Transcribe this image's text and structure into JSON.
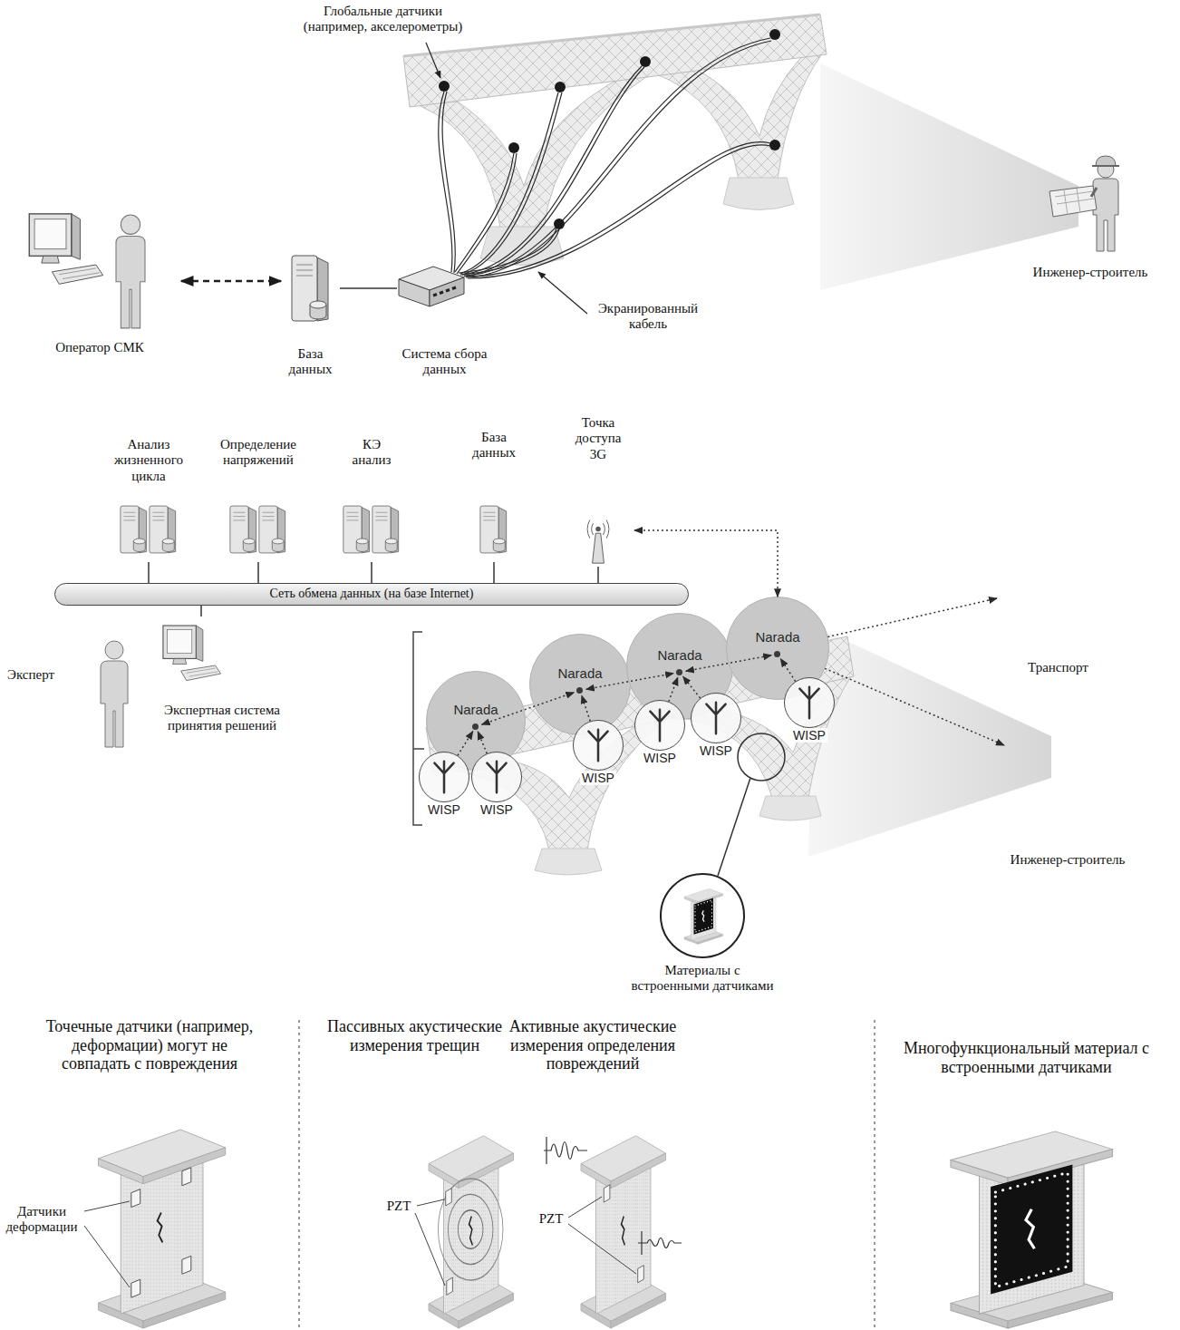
{
  "diagram": {
    "nodes": [
      {
        "text": [
          "Оператор СМК"
        ]
      },
      {
        "text": [
          "База данных"
        ]
      },
      {
        "text": [
          "Система сбора данных"
        ]
      },
      {
        "text": [
          "Сеть обмена данных (на базе Internet)"
        ]
      },
      {
        "text": [
          "Анализ жизненного цикла"
        ]
      },
      {
        "text": [
          "Определение напряжений"
        ]
      },
      {
        "text": [
          "КЭ анализ"
        ]
      },
      {
        "text": [
          "База данных"
        ]
      },
      {
        "text": [
          "Точка доступа 3G"
        ]
      },
      {
        "text": [
          "Экспертная система принятия решений"
        ]
      },
      {
        "text": [
          "Narada"
        ]
      },
      {
        "text": [
          "Narada"
        ]
      },
      {
        "text": [
          "Narada"
        ]
      },
      {
        "text": [
          "Narada"
        ]
      },
      {
        "text": [
          "WISP"
        ]
      },
      {
        "text": [
          "WISP"
        ]
      },
      {
        "text": [
          "WISP"
        ]
      },
      {
        "text": [
          "WISP"
        ]
      },
      {
        "text": [
          "WISP"
        ]
      },
      {
        "text": [
          "WISP"
        ]
      },
      {
        "text": [
          "Транспорт"
        ]
      },
      {
        "text": [
          "Инженер-строитель"
        ]
      }
    ],
    "edges": [
      {
        "from": 0,
        "to": 1,
        "arrow": "both"
      },
      {
        "from": 1,
        "to": 2,
        "arrow": "none"
      },
      {
        "from": 4,
        "to": 3,
        "arrow": "none"
      },
      {
        "from": 5,
        "to": 3,
        "arrow": "none"
      },
      {
        "from": 6,
        "to": 3,
        "arrow": "none"
      },
      {
        "from": 7,
        "to": 3,
        "arrow": "none"
      },
      {
        "from": 8,
        "to": 3,
        "arrow": "none"
      },
      {
        "from": 9,
        "to": 3,
        "arrow": "none"
      },
      {
        "from": 8,
        "to": 13,
        "arrow": "both"
      },
      {
        "from": 10,
        "to": 11,
        "arrow": "both"
      },
      {
        "from": 11,
        "to": 12,
        "arrow": "both"
      },
      {
        "from": 12,
        "to": 13,
        "arrow": "both"
      },
      {
        "from": 13,
        "to": 20,
        "arrow": "to"
      },
      {
        "from": 13,
        "to": 21,
        "arrow": "to"
      },
      {
        "from": 14,
        "to": 10,
        "arrow": "to"
      },
      {
        "from": 15,
        "to": 10,
        "arrow": "to"
      },
      {
        "from": 16,
        "to": 11,
        "arrow": "to"
      },
      {
        "from": 17,
        "to": 12,
        "arrow": "to"
      },
      {
        "from": 18,
        "to": 12,
        "arrow": "to"
      },
      {
        "from": 19,
        "to": 13,
        "arrow": "to"
      }
    ],
    "labels": [
      "Глобальные датчики (например, акселерометры)",
      "Инженер-строитель",
      "Экранированный кабель",
      "Эксперт",
      "Материалы с встроенными датчиками",
      "Точечные датчики (например, деформации) могут не совпадать с повреждения",
      "Датчики деформации",
      "Пассивных акустические измерения трещин",
      "PZT",
      "Активные акустические измерения определения повреждений",
      "PZT",
      "Многофункциональный материал с встроенными датчиками"
    ]
  }
}
